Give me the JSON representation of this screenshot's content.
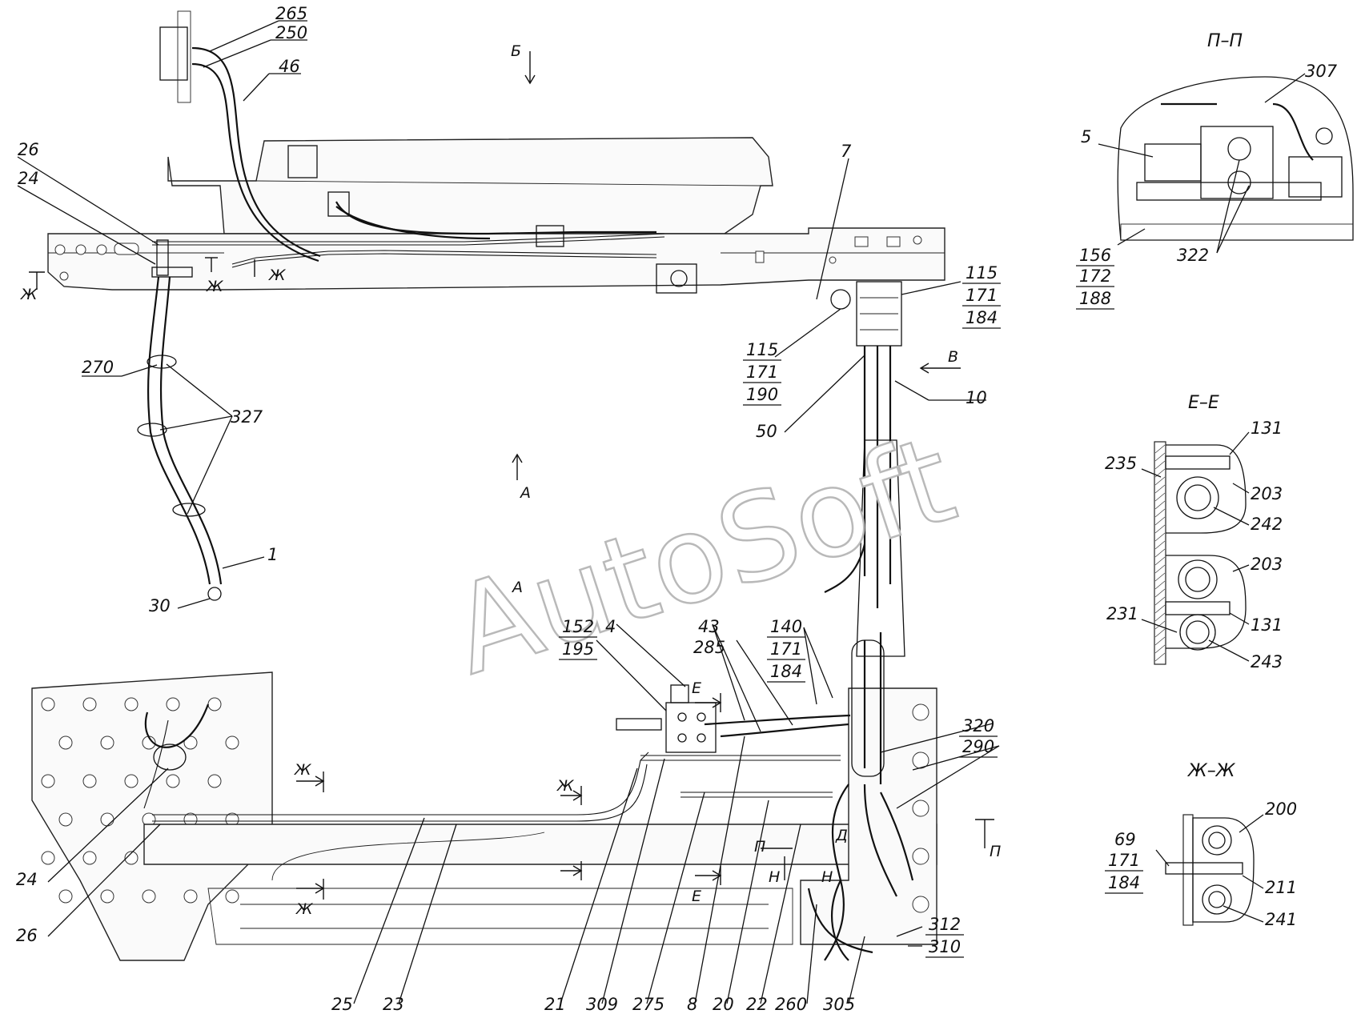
{
  "watermark": "AutoSoft",
  "views": {
    "b": "Б",
    "a_up": "А",
    "a_down": "А",
    "v": "В",
    "zh_left": "Ж",
    "zh_top": "Ж",
    "zh_mid1": "Ж",
    "zh_mid2": "Ж",
    "zh_low": "Ж",
    "zh_bottom": "Ж",
    "e_top": "Е",
    "e_bottom": "Е",
    "n_left": "Н",
    "n_right": "Н",
    "d_label": "Д",
    "p_mid": "П",
    "p_right": "П"
  },
  "sections": {
    "pp": "П–П",
    "ee": "Е–Е",
    "zhzh": "Ж–Ж"
  },
  "callouts": {
    "c265": "265",
    "c250": "250",
    "c46": "46",
    "c26a": "26",
    "c24a": "24",
    "c270": "270",
    "c327": "327",
    "c1": "1",
    "c30": "30",
    "c7": "7",
    "c115a": "115",
    "c171a": "171",
    "c184a": "184",
    "c115b": "115",
    "c171b": "171",
    "c190": "190",
    "c10": "10",
    "c50": "50",
    "c152": "152",
    "c195": "195",
    "c4": "4",
    "c43": "43",
    "c285": "285",
    "c140": "140",
    "c171c": "171",
    "c184c": "184",
    "c320": "320",
    "c290": "290",
    "c312": "312",
    "c310": "310",
    "c24b": "24",
    "c26b": "26",
    "c25": "25",
    "c23": "23",
    "c21": "21",
    "c309": "309",
    "c275": "275",
    "c8": "8",
    "c20": "20",
    "c22": "22",
    "c260": "260",
    "c305": "305",
    "c307": "307",
    "c5": "5",
    "c156": "156",
    "c172": "172",
    "c188": "188",
    "c322": "322",
    "c131a": "131",
    "c235": "235",
    "c203a": "203",
    "c242": "242",
    "c203b": "203",
    "c231": "231",
    "c131b": "131",
    "c243": "243",
    "c200": "200",
    "c69": "69",
    "c171d": "171",
    "c184d": "184",
    "c211": "211",
    "c241": "241"
  }
}
